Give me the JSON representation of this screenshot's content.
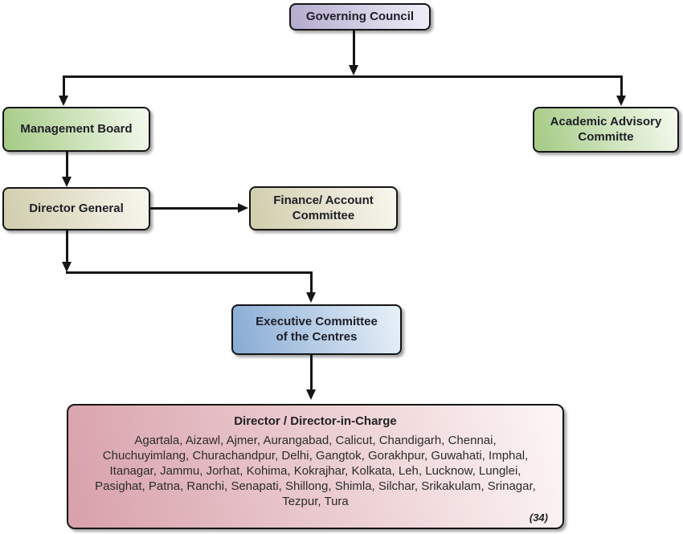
{
  "nodes": {
    "governing_council": {
      "label": "Governing Council"
    },
    "management_board": {
      "label": "Management Board"
    },
    "academic_advisory": {
      "label": [
        "Academic Advisory",
        "Committe"
      ]
    },
    "director_general": {
      "label": "Director General"
    },
    "finance_committee": {
      "label": [
        "Finance/ Account",
        "Committee"
      ]
    },
    "executive_committee": {
      "label": [
        "Executive Committee",
        "of the Centres"
      ]
    },
    "director_in_charge": {
      "title": "Director / Director-in-Charge",
      "centers_lines": [
        "Agartala, Aizawl, Ajmer, Aurangabad, Calicut, Chandigarh, Chennai,",
        "Chuchuyimlang, Churachandpur, Delhi, Gangtok, Gorakhpur, Guwahati, Imphal,",
        "Itanagar, Jammu, Jorhat, Kohima, Kokrajhar, Kolkata, Leh, Lucknow, Lunglei,",
        "Pasighat, Patna, Ranchi, Senapati, Shillong, Shimla, Silchar, Srikakulam, Srinagar,",
        "Tezpur, Tura"
      ],
      "count_label": "(34)"
    }
  },
  "colors": {
    "governing_council": "#b3aacd",
    "management_board": "#a3ca83",
    "academic_advisory": "#a3ca83",
    "director_general": "#d0ccab",
    "finance_committee": "#d0ccab",
    "executive_committee": "#87abd3",
    "director_in_charge": "#d8a0aa",
    "connector": "#161616"
  }
}
